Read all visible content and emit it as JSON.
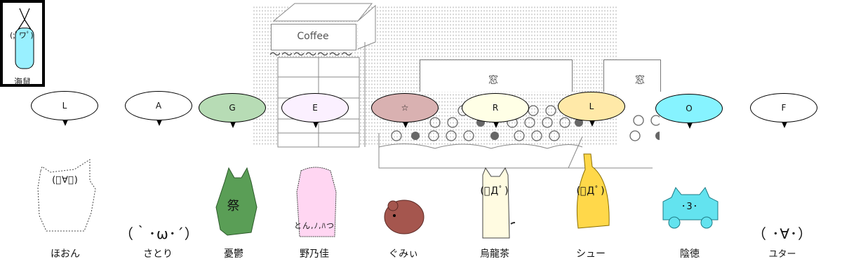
{
  "corner_character": {
    "label": "海鼠",
    "face_text": "(;ﾟワﾟ)",
    "fill": "#99f0ff"
  },
  "background": {
    "sign": "Coffee",
    "window_left": "窓",
    "window_right": "窓",
    "wave": "～～～～～～～"
  },
  "bubbles": [
    {
      "letter": "L",
      "fill": "#ffffff"
    },
    {
      "letter": "A",
      "fill": "#ffffff"
    },
    {
      "letter": "G",
      "fill": "#b7dcb5"
    },
    {
      "letter": "E",
      "fill": "#fbf0ff"
    },
    {
      "letter": "☆",
      "fill": "#d9b1b1"
    },
    {
      "letter": "R",
      "fill": "#ffffe6"
    },
    {
      "letter": "L",
      "fill": "#ffe9a8"
    },
    {
      "letter": "O",
      "fill": "#86f3ff"
    },
    {
      "letter": "F",
      "fill": "#ffffff"
    }
  ],
  "characters": [
    {
      "name": "ほおん",
      "face": "(ﾟ∀ﾟ)",
      "fill": "#ffffff"
    },
    {
      "name": "さとり",
      "face": "（｀･ω･´）",
      "fill": "#ffffff"
    },
    {
      "name": "憂鬱",
      "face": "祭",
      "fill": "#5a9e56"
    },
    {
      "name": "野乃佳",
      "face": "とん,ﾉ,ﾊつ",
      "fill": "#ffd6f2"
    },
    {
      "name": "ぐみぃ",
      "face": "",
      "fill": "#a5564e"
    },
    {
      "name": "烏龍茶",
      "face": "(ﾟДﾟ)",
      "fill": "#fffbe1"
    },
    {
      "name": "シュー",
      "face": "(ﾟДﾟ)",
      "fill": "#ffd84a"
    },
    {
      "name": "陰徳",
      "face": "･3･",
      "fill": "#63e3ef"
    },
    {
      "name": "ユター",
      "face": "（ ･∀･）",
      "fill": "#ffffff"
    }
  ]
}
